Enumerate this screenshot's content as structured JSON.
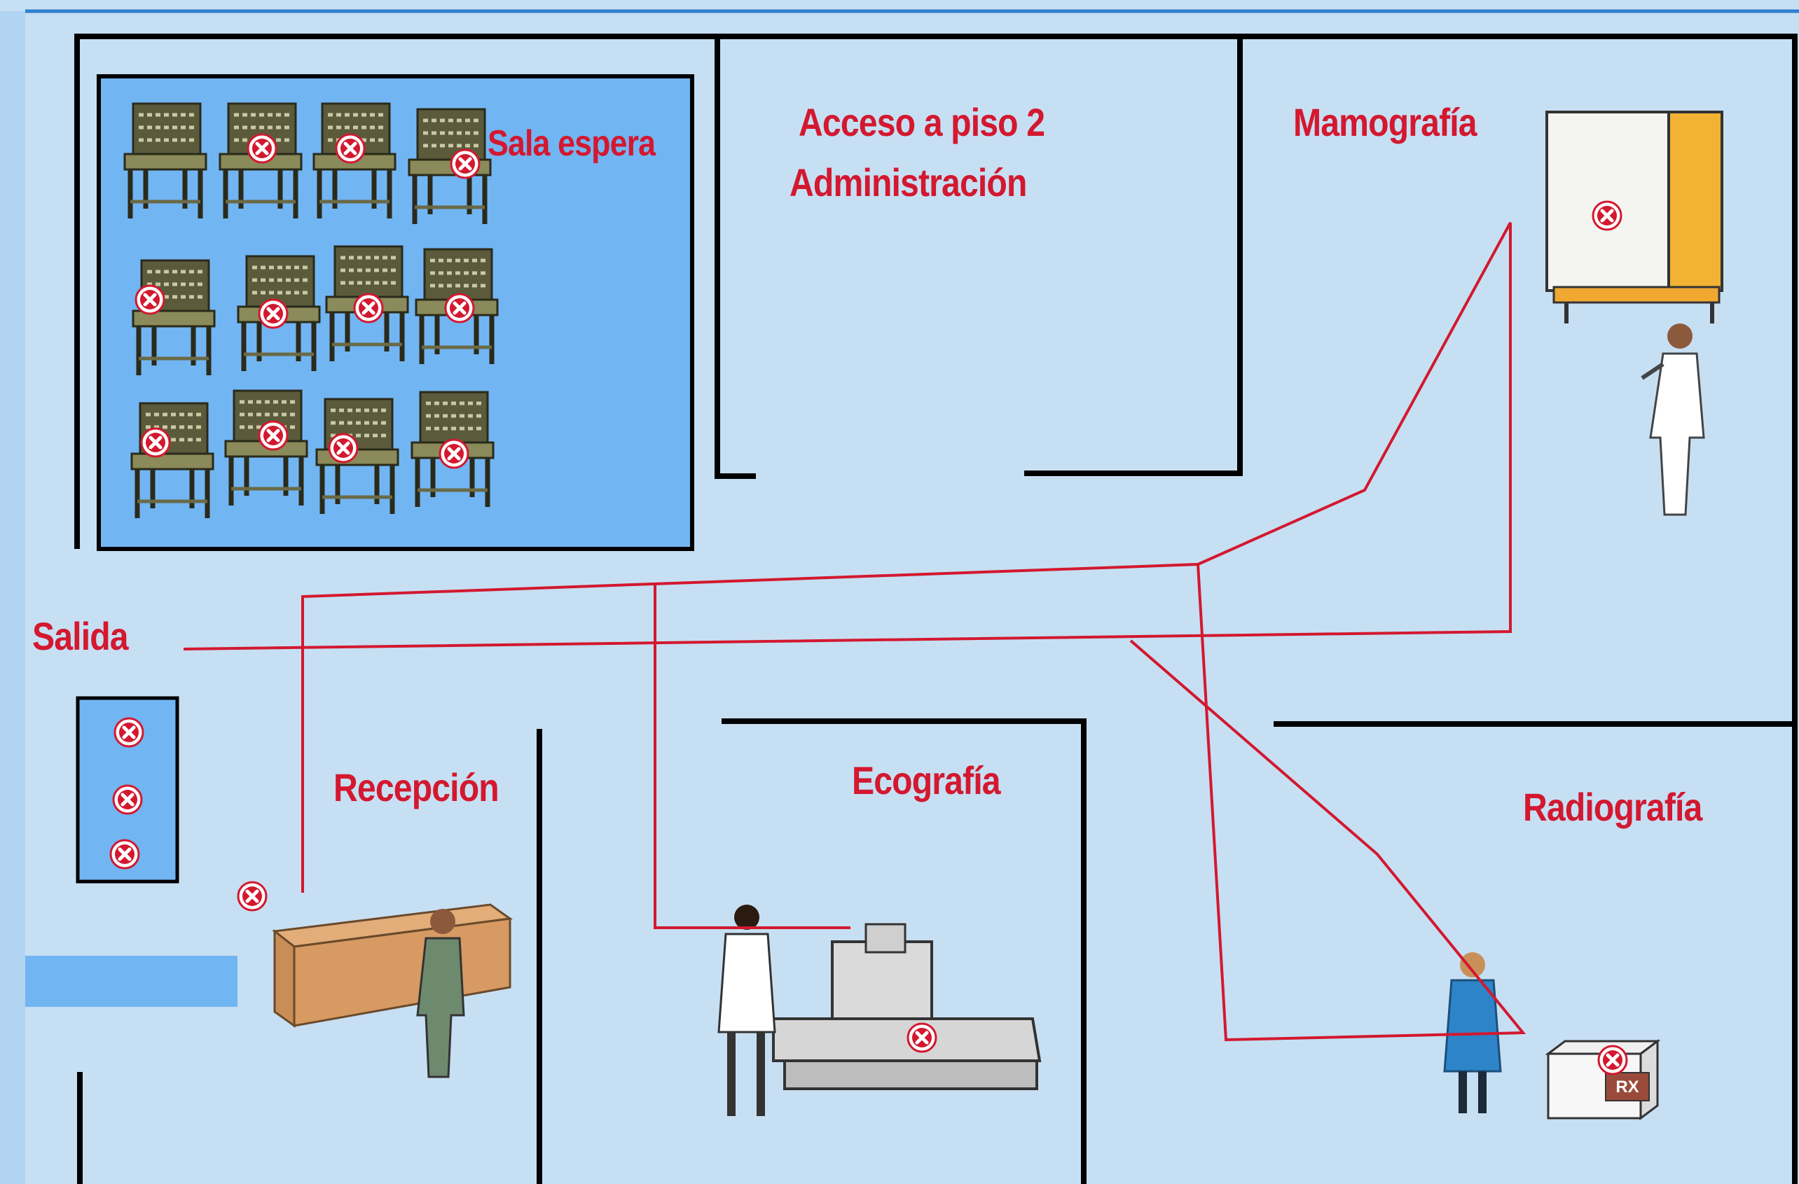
{
  "labels": {
    "waiting_room": "Sala espera",
    "floor2_access_line1": "Acceso a piso 2",
    "floor2_access_line2": "Administración",
    "mammography": "Mamografía",
    "exit": "Salida",
    "reception": "Recepción",
    "ultrasound": "Ecografía",
    "radiography": "Radiografía",
    "rx_tag": "RX"
  },
  "colors": {
    "background": "#c7dff3",
    "left_strip": "#b0d4f1",
    "waiting_room_fill": "#72b5f3",
    "walls": "#000000",
    "route_line": "#d3182f",
    "label_text": "#d3182f",
    "marker": "#d3182f"
  },
  "icons": {
    "marker": "x-circle-marker-icon",
    "chair": "chair-icon",
    "mammography_machine": "mammography-machine-icon",
    "ultrasound_machine": "ultrasound-machine-icon",
    "xray_unit": "xray-unit-icon",
    "desk": "reception-desk-icon",
    "person": "person-icon"
  }
}
